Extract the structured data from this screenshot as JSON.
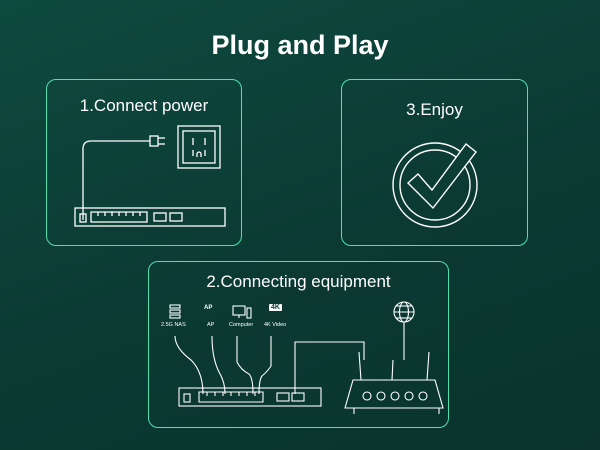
{
  "title": "Plug and Play",
  "steps": {
    "connect_power": "1.Connect power",
    "enjoy": "3.Enjoy",
    "connecting_equipment": "2.Connecting equipment"
  },
  "devices": {
    "nas": "2.5G NAS",
    "ap": "AP",
    "ap_icon_text": "AP",
    "computer": "Computer",
    "video": "4K Video",
    "video_icon_text": "4K"
  },
  "icons": [
    "power-plug-icon",
    "power-outlet-icon",
    "network-switch-icon",
    "check-badge-icon",
    "nas-icon",
    "access-point-icon",
    "computer-icon",
    "4k-video-icon",
    "globe-icon",
    "router-icon"
  ],
  "colors": {
    "background": "#0b3a33",
    "accent": "#4fe0b0",
    "text": "#ffffff"
  }
}
